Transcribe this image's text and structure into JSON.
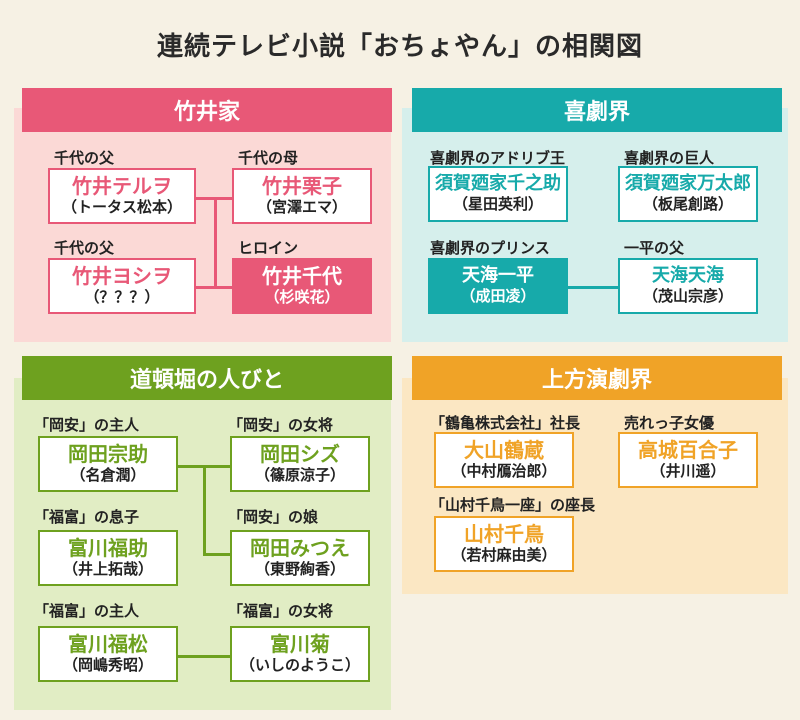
{
  "title": "連続テレビ小説「おちょやん」の相関図",
  "panels": {
    "takei": {
      "header": "竹井家",
      "members": [
        {
          "role": "千代の父",
          "name": "竹井テルヲ",
          "actor": "（トータス松本）"
        },
        {
          "role": "千代の母",
          "name": "竹井栗子",
          "actor": "（宮澤エマ）"
        },
        {
          "role": "千代の父",
          "name": "竹井ヨシヲ",
          "actor": "（？？？）"
        },
        {
          "role": "ヒロイン",
          "name": "竹井千代",
          "actor": "（杉咲花）"
        }
      ]
    },
    "kigeki": {
      "header": "喜劇界",
      "members": [
        {
          "role": "喜劇界のアドリブ王",
          "name": "須賀廼家千之助",
          "actor": "（星田英利）"
        },
        {
          "role": "喜劇界の巨人",
          "name": "須賀廼家万太郎",
          "actor": "（板尾創路）"
        },
        {
          "role": "喜劇界のプリンス",
          "name": "天海一平",
          "actor": "（成田凌）"
        },
        {
          "role": "一平の父",
          "name": "天海天海",
          "actor": "（茂山宗彦）"
        }
      ]
    },
    "dotonbori": {
      "header": "道頓堀の人びと",
      "members": [
        {
          "role": "「岡安」の主人",
          "name": "岡田宗助",
          "actor": "（名倉潤）"
        },
        {
          "role": "「岡安」の女将",
          "name": "岡田シズ",
          "actor": "（篠原涼子）"
        },
        {
          "role": "「福富」の息子",
          "name": "富川福助",
          "actor": "（井上拓哉）"
        },
        {
          "role": "「岡安」の娘",
          "name": "岡田みつえ",
          "actor": "（東野絢香）"
        },
        {
          "role": "「福富」の主人",
          "name": "富川福松",
          "actor": "（岡嶋秀昭）"
        },
        {
          "role": "「福富」の女将",
          "name": "富川菊",
          "actor": "（いしのようこ）"
        }
      ]
    },
    "kamigata": {
      "header": "上方演劇界",
      "members": [
        {
          "role": "「鶴亀株式会社」社長",
          "name": "大山鶴蔵",
          "actor": "（中村鴈治郎）"
        },
        {
          "role": "売れっ子女優",
          "name": "高城百合子",
          "actor": "（井川遥）"
        },
        {
          "role": "「山村千鳥一座」の座長",
          "name": "山村千鳥",
          "actor": "（若村麻由美）"
        }
      ]
    }
  },
  "colors": {
    "takei": "#e85877",
    "kigeki": "#17aaaa",
    "dotonbori": "#6ea11f",
    "kamigata": "#f0a327"
  }
}
